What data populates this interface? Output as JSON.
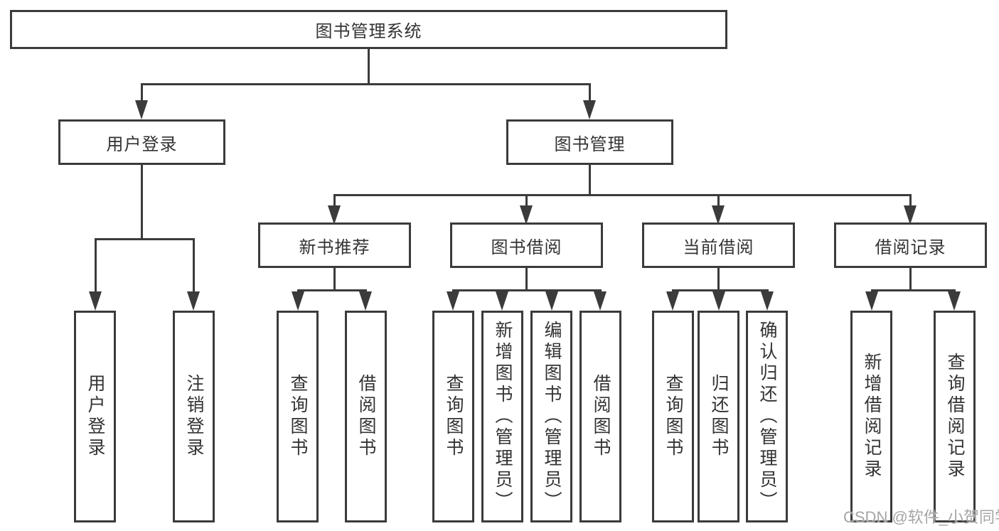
{
  "tree": {
    "root": {
      "label": "图书管理系统"
    },
    "user_login": {
      "label": "用户登录",
      "children": {
        "login": {
          "label": "用户登录"
        },
        "logout": {
          "label": "注销登录"
        }
      }
    },
    "book_management": {
      "label": "图书管理",
      "children": {
        "new_book_rec": {
          "label": "新书推荐",
          "children": {
            "query_books": {
              "label": "查询图书"
            },
            "borrow_books": {
              "label": "借阅图书"
            }
          }
        },
        "book_borrow": {
          "label": "图书借阅",
          "children": {
            "query_books": {
              "label": "查询图书"
            },
            "add_book": {
              "label": "新增图书（管理员）"
            },
            "edit_book": {
              "label": "编辑图书（管理员）"
            },
            "borrow_books": {
              "label": "借阅图书"
            }
          }
        },
        "current_borrow": {
          "label": "当前借阅",
          "children": {
            "query_books": {
              "label": "查询图书"
            },
            "return_book": {
              "label": "归还图书"
            },
            "confirm_return": {
              "label": "确认归还（管理员）"
            }
          }
        },
        "borrow_records": {
          "label": "借阅记录",
          "children": {
            "add_record": {
              "label": "新增借阅记录"
            },
            "query_record": {
              "label": "查询借阅记录"
            }
          }
        }
      }
    }
  },
  "watermark": {
    "text": "CSDN @软件_小贺同学"
  },
  "colors": {
    "line": "#3b3b3b",
    "text": "#333333",
    "watermark": "#a5a5a5",
    "background": "#ffffff"
  }
}
